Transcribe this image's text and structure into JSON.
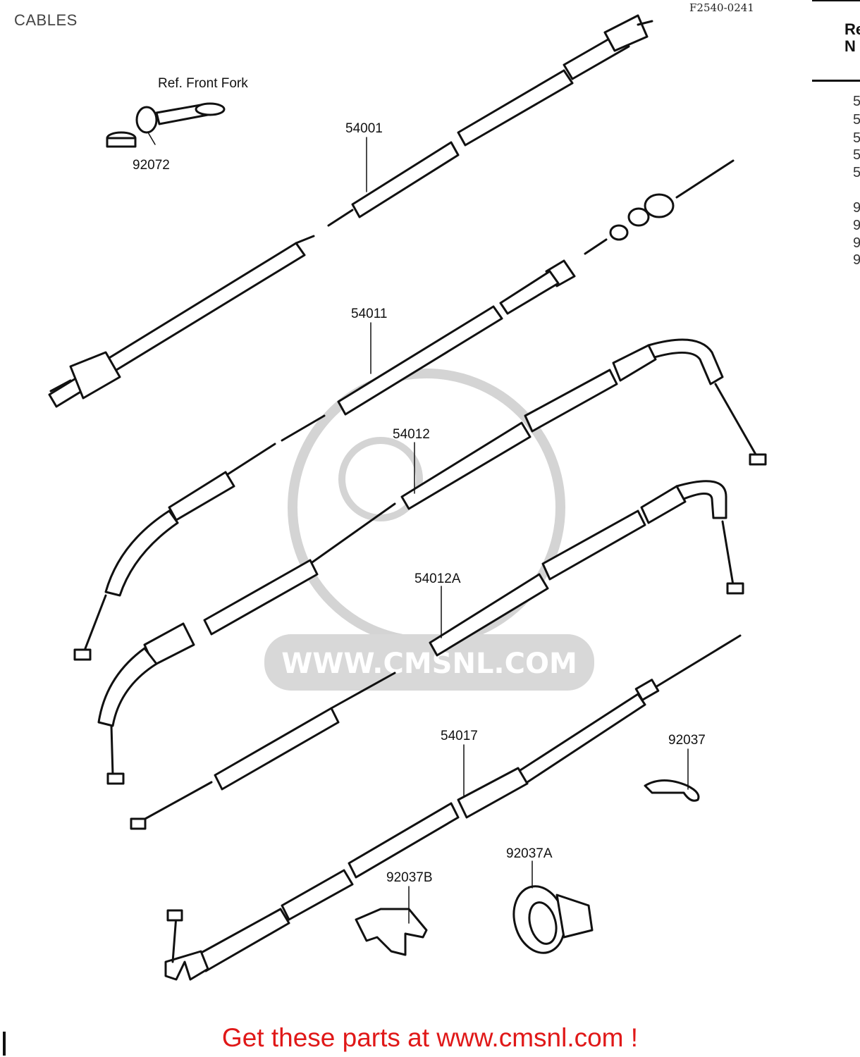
{
  "page_title": "CABLES",
  "figure_code": "F2540-0241",
  "ref_column": {
    "header_line1": "Re",
    "header_line2": "N",
    "rows": [
      "5",
      "5",
      "5",
      "5",
      "5",
      "9",
      "9",
      "9",
      "9"
    ]
  },
  "watermark": "WWW.CMSNL.COM",
  "parts": {
    "ref_front_fork": "Ref. Front Fork",
    "p92072": "92072",
    "p54001": "54001",
    "p54011": "54011",
    "p54012": "54012",
    "p54012A": "54012A",
    "p54017": "54017",
    "p92037": "92037",
    "p92037A": "92037A",
    "p92037B": "92037B"
  },
  "footer": "Get these parts at www.cmsnl.com !",
  "colors": {
    "footer_text": "#e01818",
    "line_art": "#111111",
    "watermark": "#cfcfcf"
  }
}
